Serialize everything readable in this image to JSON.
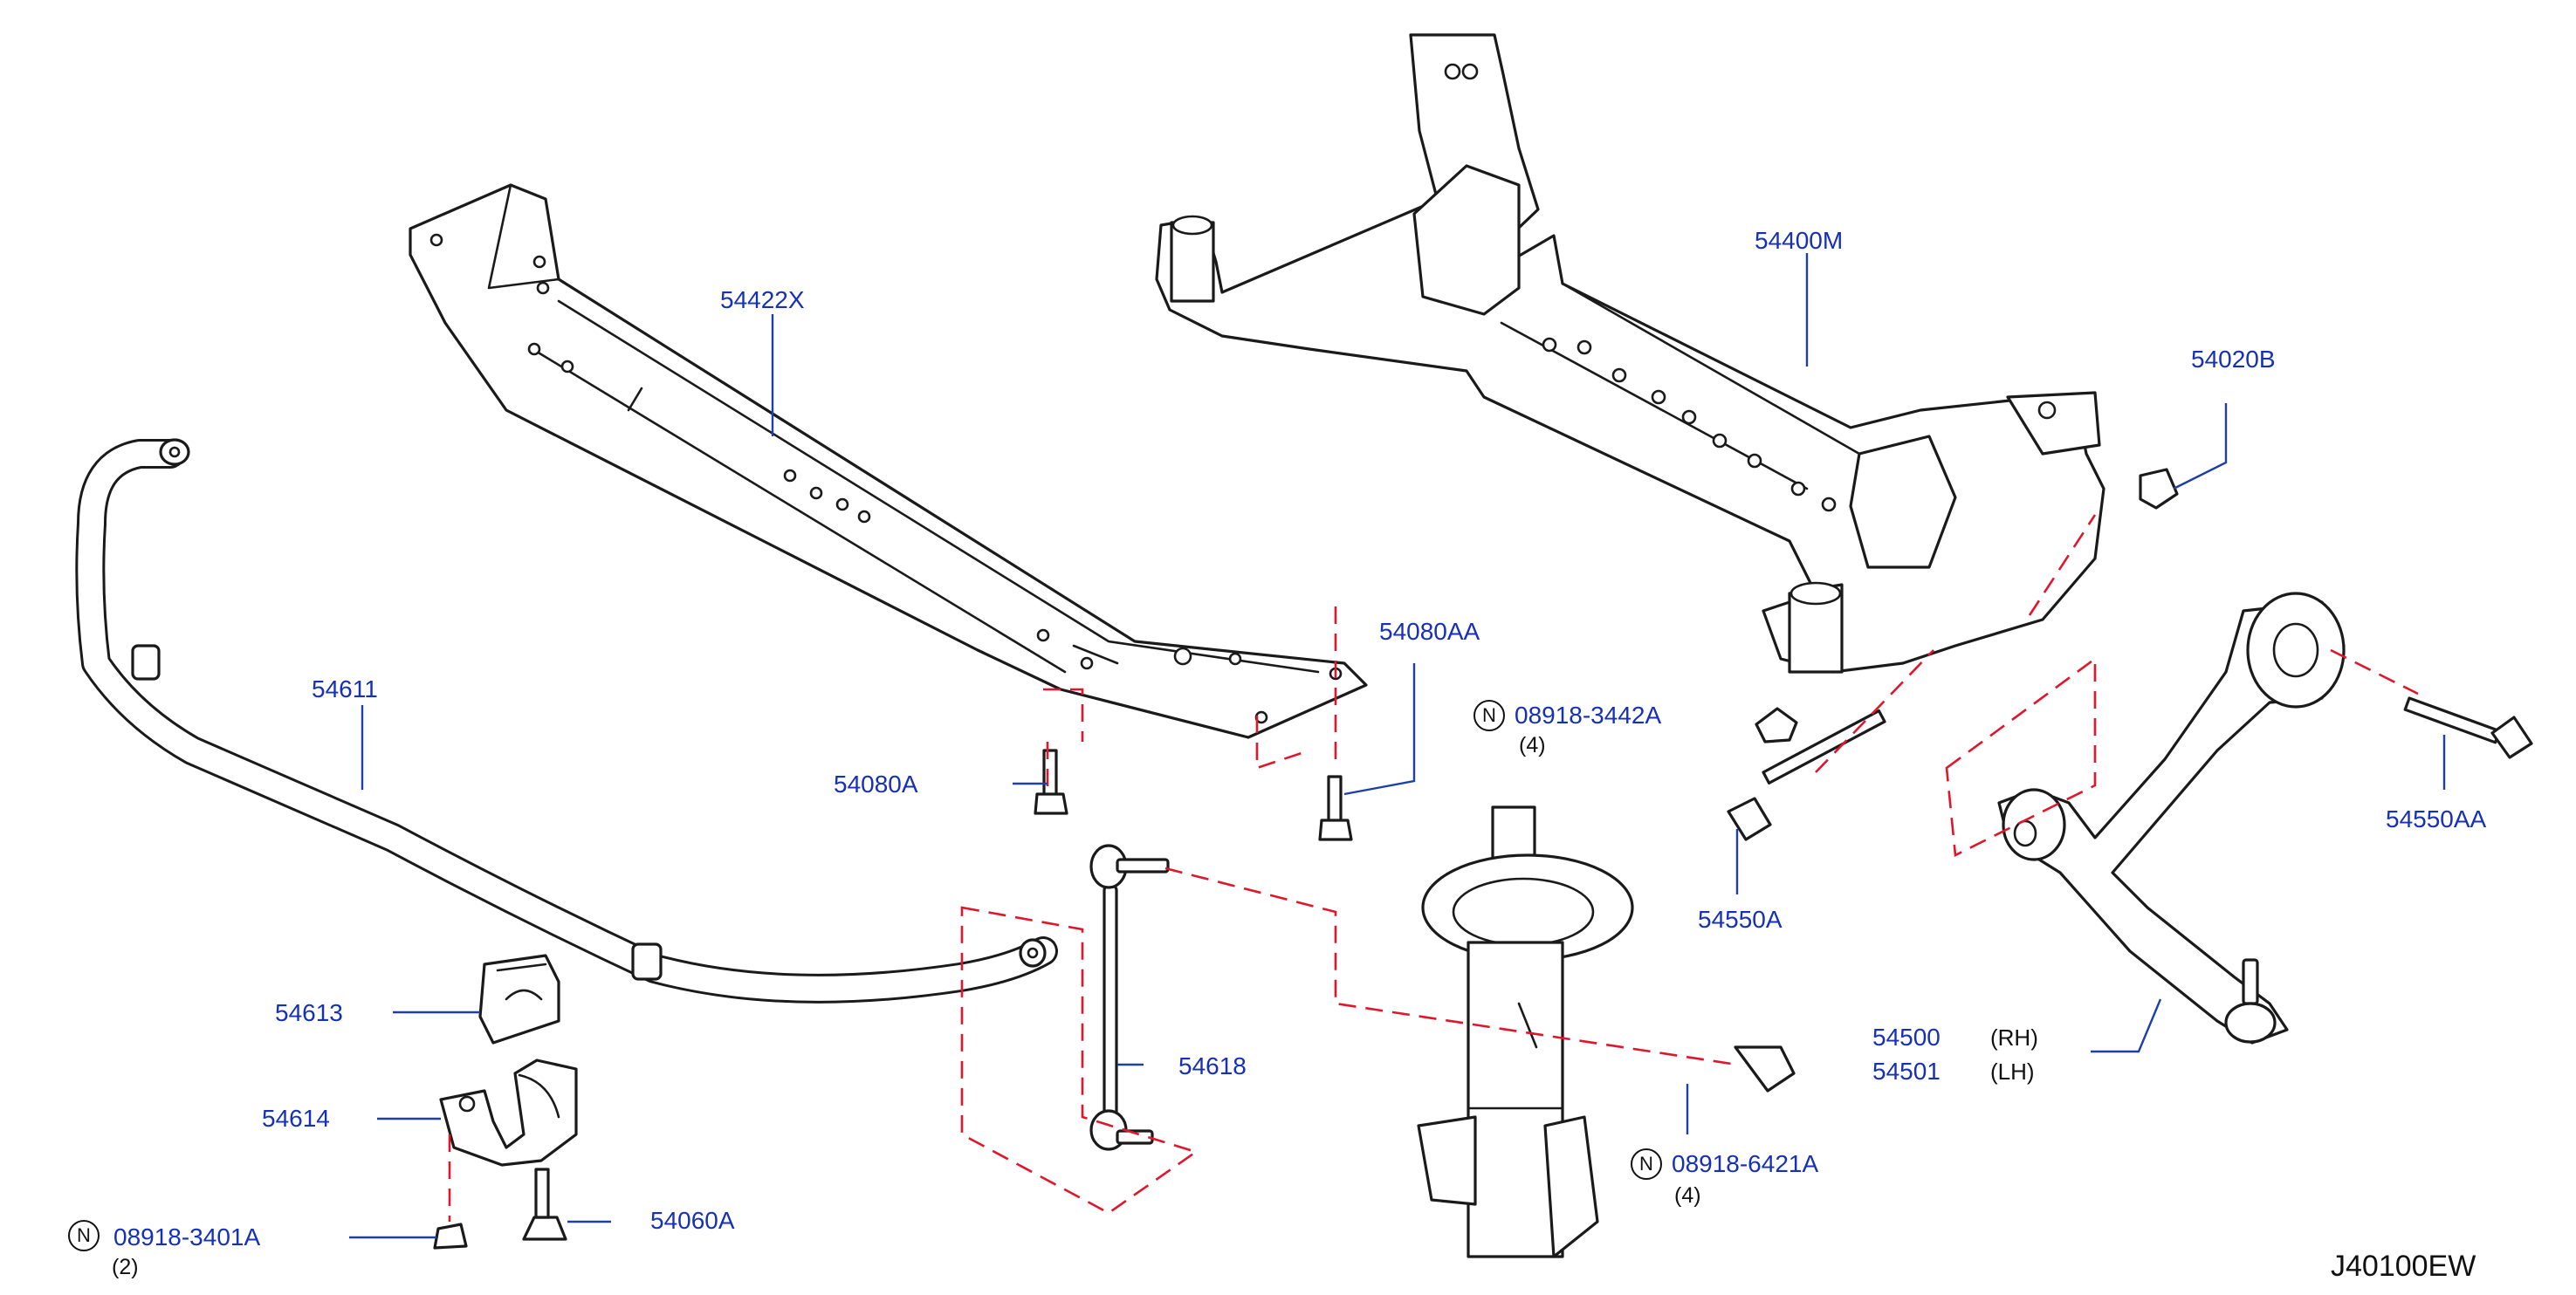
{
  "diagram_code": "J40100EW",
  "parts": {
    "p54422X": "54422X",
    "p54400M": "54400M",
    "p54020B": "54020B",
    "p54080AA": "54080AA",
    "p54080A": "54080A",
    "p54611": "54611",
    "p54613": "54613",
    "p54614": "54614",
    "p54618": "54618",
    "p54060A": "54060A",
    "p54550A": "54550A",
    "p54550AA": "54550AA",
    "p54500": "54500",
    "p54501": "54501",
    "n08918_3442A": "08918-3442A",
    "n08918_6421A": "08918-6421A",
    "n08918_3401A": "08918-3401A"
  },
  "qty": {
    "q3442A": "(4)",
    "q6421A": "(4)",
    "q3401A": "(2)"
  },
  "sides": {
    "rh": "(RH)",
    "lh": "(LH)"
  },
  "symbols": {
    "n": "N"
  },
  "colors": {
    "label": "#1630b8",
    "phantom_line": "#e0162b",
    "part_outline": "#1a1a1a"
  }
}
